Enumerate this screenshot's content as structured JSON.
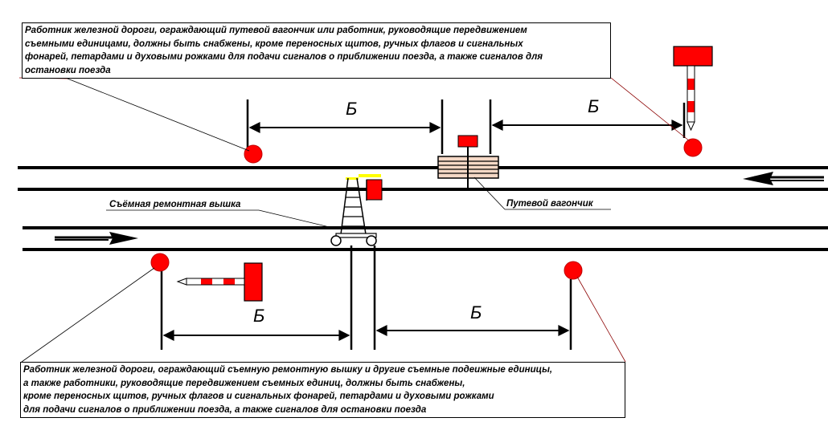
{
  "note_top": {
    "lines": [
      "Работник железной дороги, ограждающий путевой вагончик или работник, руководящие передвижением",
      "съемными единицами, должны быть снабжены, кроме переносных щитов, ручных флагов и сигнальных",
      "фонарей, петардами и духовыми рожками для подачи сигналов о приближении поезда, а также сигналов для",
      "остановки поезда"
    ]
  },
  "note_bottom": {
    "lines": [
      "Работник железной дороги, ограждающий съемную ремонтную вышку и другие съемные подеижные единицы,",
      "а также работники, руководящие передвижением съемных единиц, должны быть снабжены,",
      "кроме переносных щитов, ручных флагов и сигнальных фонарей, петардами и духовыми рожками",
      "для подачи сигналов о приближении поезда, а также сигналов для остановки поезда"
    ]
  },
  "labels": {
    "tower": "Съёмная ремонтная вышка",
    "wagon": "Путевой вагончик"
  },
  "distance_label": "Б",
  "colors": {
    "signal_red": "#ff0000",
    "sign_red": "#ff0000",
    "wagon_fill": "#f4d8c6",
    "tower_top": "#ffff00",
    "line": "#000000"
  }
}
